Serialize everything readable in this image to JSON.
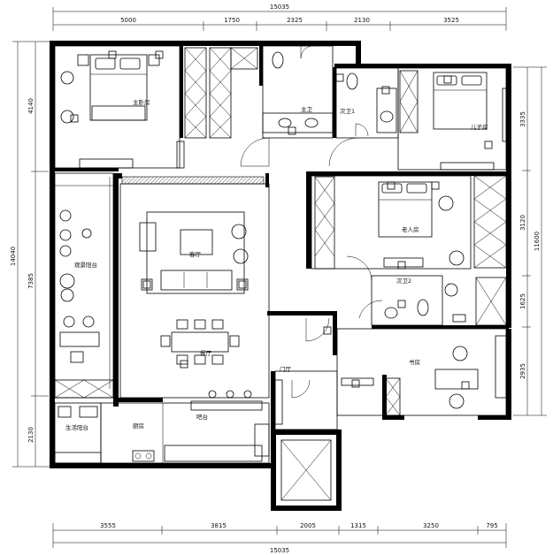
{
  "dimensions": {
    "top_total": "15035",
    "top": [
      "5000",
      "1750",
      "2325",
      "2130",
      "3525"
    ],
    "bottom_total": "15035",
    "bottom": [
      "3555",
      "3815",
      "2005",
      "1315",
      "3250",
      "795"
    ],
    "left_total": "14040",
    "left": [
      "4140",
      "7385",
      "2130"
    ],
    "right_total": "11600",
    "right": [
      "3335",
      "3120",
      "1625",
      "2935"
    ]
  },
  "rooms": {
    "master_bedroom": "主卧房",
    "master_bath": "主卫",
    "second_bath_1": "次卫1",
    "child_room": "儿子房",
    "elder_room": "老人房",
    "second_bath_2": "次卫2",
    "living_room": "客厅",
    "view_balcony": "观景阳台",
    "dining_room": "餐厅",
    "study": "书房",
    "foyer": "门厅",
    "living_balcony": "生活阳台",
    "kitchen": "厨房",
    "breakfast_bar": "吧台"
  }
}
